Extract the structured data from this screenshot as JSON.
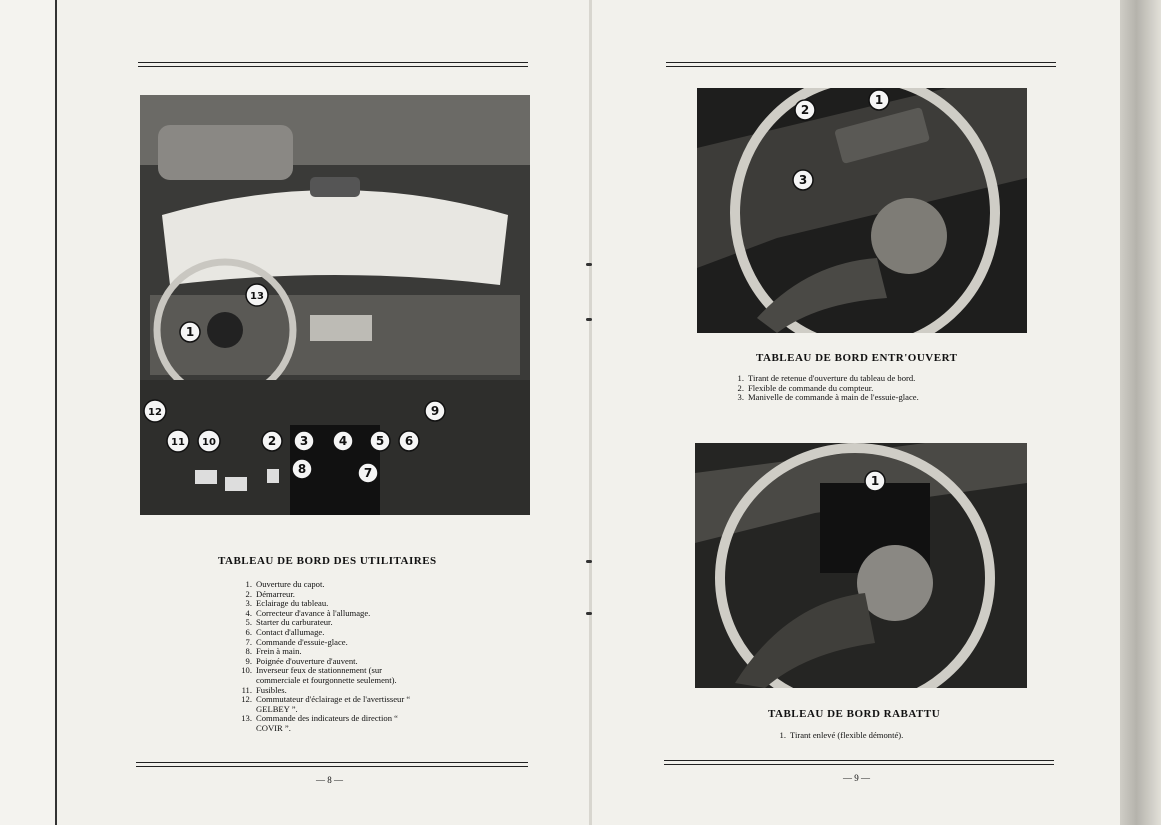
{
  "left_page": {
    "title": "TABLEAU DE BORD DES UTILITAIRES",
    "legend": [
      {
        "n": "1.",
        "t": "Ouverture du capot."
      },
      {
        "n": "2.",
        "t": "Démarreur."
      },
      {
        "n": "3.",
        "t": "Eclairage du tableau."
      },
      {
        "n": "4.",
        "t": "Correcteur d'avance à l'allumage."
      },
      {
        "n": "5.",
        "t": "Starter du carburateur."
      },
      {
        "n": "6.",
        "t": "Contact d'allumage."
      },
      {
        "n": "7.",
        "t": "Commande d'essuie-glace."
      },
      {
        "n": "8.",
        "t": "Frein à main."
      },
      {
        "n": "9.",
        "t": "Poignée d'ouverture d'auvent."
      },
      {
        "n": "10.",
        "t": "Inverseur feux de stationnement (sur commerciale et fourgonnette seulement)."
      },
      {
        "n": "11.",
        "t": "Fusibles."
      },
      {
        "n": "12.",
        "t": "Commutateur d'éclairage et de l'avertisseur “ GELBEY ”."
      },
      {
        "n": "13.",
        "t": "Commande des indicateurs de direction “ COVIR ”."
      }
    ],
    "callouts": [
      "1",
      "2",
      "3",
      "4",
      "5",
      "6",
      "7",
      "8",
      "9",
      "10",
      "11",
      "12",
      "13"
    ],
    "page_number": "— 8 —"
  },
  "right_page": {
    "top_title": "TABLEAU DE BORD ENTR'OUVERT",
    "top_legend": [
      {
        "n": "1.",
        "t": "Tirant de retenue d'ouverture du tableau de bord."
      },
      {
        "n": "2.",
        "t": "Flexible de commande du compteur."
      },
      {
        "n": "3.",
        "t": "Manivelle de commande à main de l'essuie-glace."
      }
    ],
    "top_callouts": [
      "1",
      "2",
      "3"
    ],
    "bottom_title": "TABLEAU DE BORD RABATTU",
    "bottom_legend": [
      {
        "n": "1.",
        "t": "Tirant enlevé (flexible démonté)."
      }
    ],
    "bottom_callouts": [
      "1"
    ],
    "page_number": "— 9 —"
  }
}
